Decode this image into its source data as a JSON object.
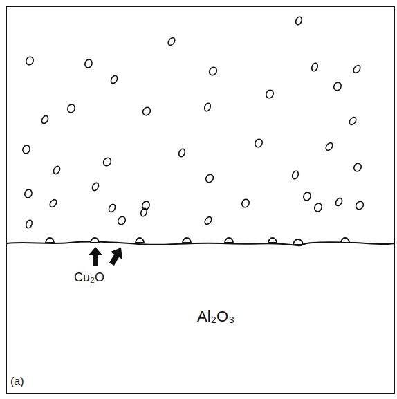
{
  "diagram": {
    "labels": [
      "Cu₂O",
      "Al₂O₃",
      "(a)"
    ]
  }
}
